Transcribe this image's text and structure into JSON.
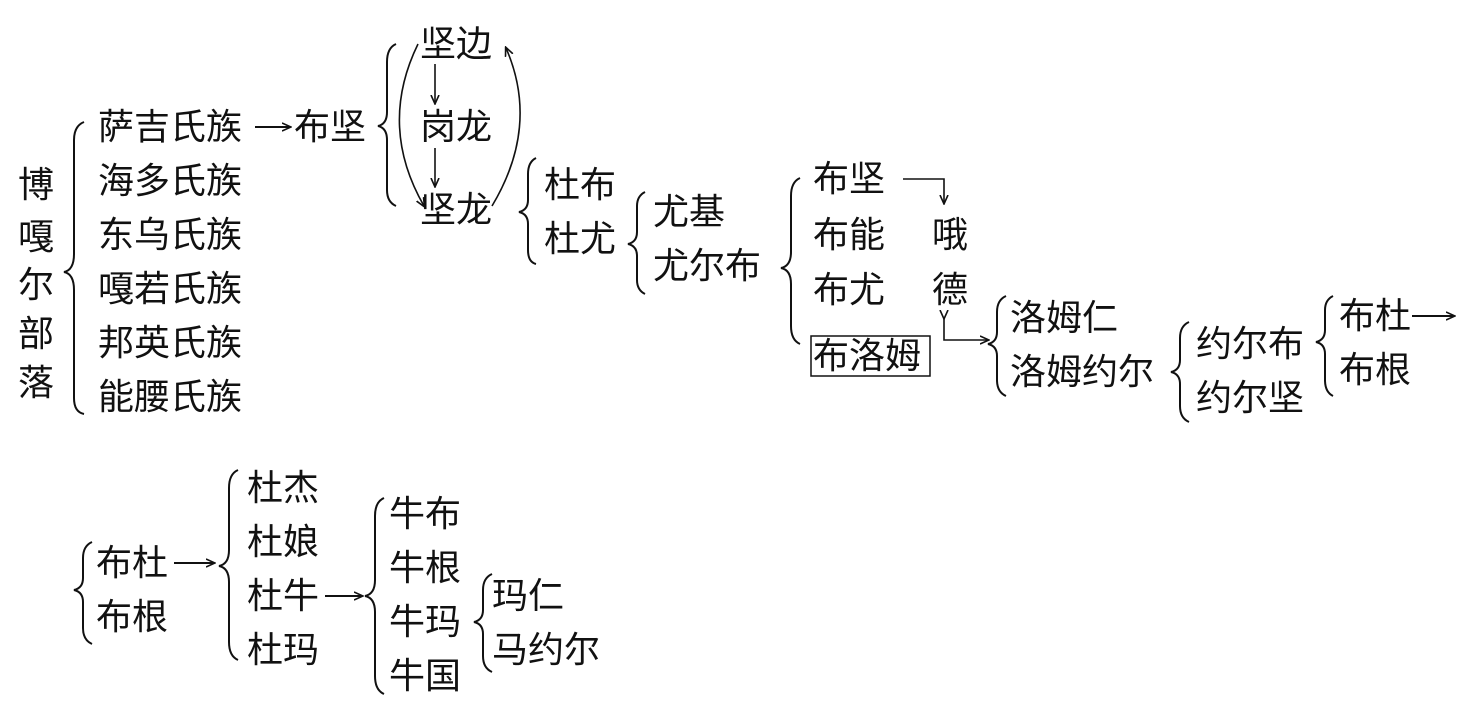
{
  "tribe": "博嘎尔部落",
  "clans": [
    "萨吉氏族",
    "海多氏族",
    "东乌氏族",
    "嘎若氏族",
    "邦英氏族",
    "能腰氏族"
  ],
  "bujian": "布坚",
  "jian_group": {
    "top": "坚边",
    "middle": "岗龙",
    "bottom": "坚龙"
  },
  "du_group": [
    "杜布",
    "杜尤"
  ],
  "you_group": [
    "尤基",
    "尤尔布"
  ],
  "bu_group": [
    "布坚",
    "布能",
    "布尤",
    "布洛姆"
  ],
  "ede": {
    "char1": "哦",
    "char2": "德"
  },
  "luomu_group": [
    "洛姆仁",
    "洛姆约尔"
  ],
  "yueer_group": [
    "约尔布",
    "约尔坚"
  ],
  "budu_group": [
    "布杜",
    "布根"
  ],
  "arrow": "→",
  "lower": {
    "left_group": [
      "布杜",
      "布根"
    ],
    "du_group": [
      "杜杰",
      "杜娘",
      "杜牛",
      "杜玛"
    ],
    "niu_group": [
      "牛布",
      "牛根",
      "牛玛",
      "牛国"
    ],
    "ma_group": [
      "玛仁",
      "马约尔"
    ]
  }
}
